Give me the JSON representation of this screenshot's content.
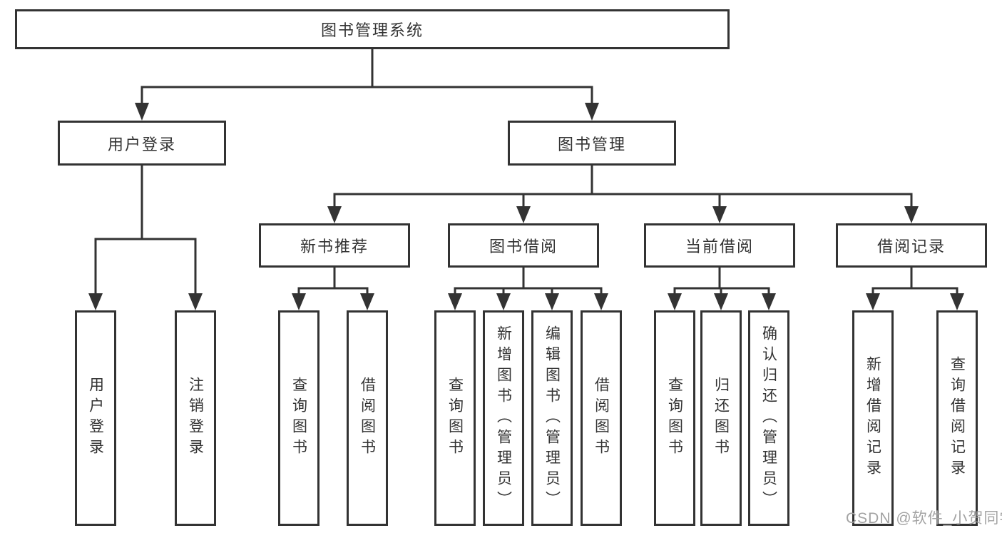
{
  "diagram": {
    "label": "图书管理系统",
    "children": [
      {
        "label": "用户登录",
        "children": [
          {
            "label": "用户登录"
          },
          {
            "label": "注销登录"
          }
        ]
      },
      {
        "label": "图书管理",
        "children": [
          {
            "label": "新书推荐",
            "children": [
              {
                "label": "查询图书"
              },
              {
                "label": "借阅图书"
              }
            ]
          },
          {
            "label": "图书借阅",
            "children": [
              {
                "label": "查询图书"
              },
              {
                "label": "新增图书（管理员）"
              },
              {
                "label": "编辑图书（管理员）"
              },
              {
                "label": "借阅图书"
              }
            ]
          },
          {
            "label": "当前借阅",
            "children": [
              {
                "label": "查询图书"
              },
              {
                "label": "归还图书"
              },
              {
                "label": "确认归还（管理员）"
              }
            ]
          },
          {
            "label": "借阅记录",
            "children": [
              {
                "label": "新增借阅记录"
              },
              {
                "label": "查询借阅记录"
              }
            ]
          }
        ]
      }
    ]
  },
  "watermark": "CSDN @软件_小贺同学",
  "colors": {
    "line": "#333333",
    "box_border": "#333333",
    "text": "#333333",
    "watermark": "#a3a3a3",
    "background": "#ffffff"
  }
}
